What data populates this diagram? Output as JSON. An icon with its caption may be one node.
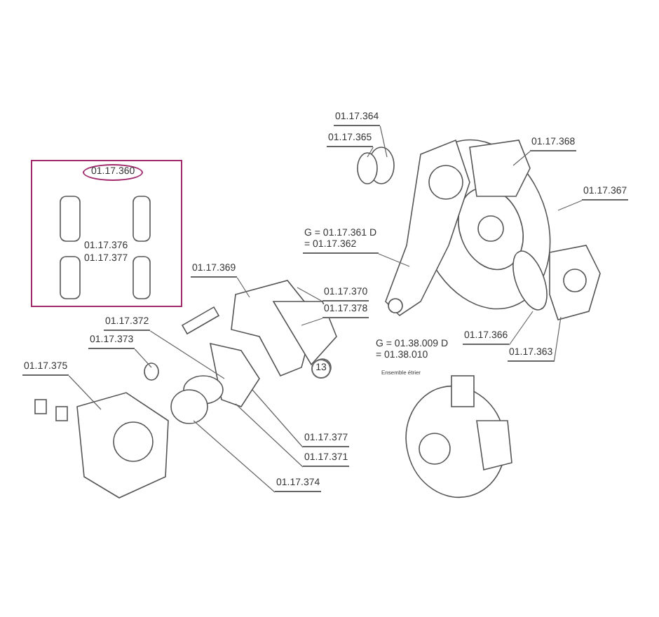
{
  "diagram": {
    "nodes": [
      {
        "text": [
          "01.17.360",
          "01.17.376",
          "01.17.377"
        ]
      },
      {
        "text": [
          "01.17.364"
        ]
      },
      {
        "text": [
          "01.17.365"
        ]
      },
      {
        "text": [
          "01.17.368"
        ]
      },
      {
        "text": [
          "01.17.367"
        ]
      },
      {
        "text": [
          "G = 01.17.361 D = 01.17.362"
        ]
      },
      {
        "text": [
          "01.17.369"
        ]
      },
      {
        "text": [
          "01.17.370"
        ]
      },
      {
        "text": [
          "01.17.378"
        ]
      },
      {
        "text": [
          "01.17.372"
        ]
      },
      {
        "text": [
          "01.17.373"
        ]
      },
      {
        "text": [
          "01.17.375"
        ]
      },
      {
        "text": [
          "01.17.366"
        ]
      },
      {
        "text": [
          "01.17.363"
        ]
      },
      {
        "text": [
          "01.17.377"
        ]
      },
      {
        "text": [
          "01.17.371"
        ]
      },
      {
        "text": [
          "01.17.374"
        ]
      }
    ],
    "edges": [
      {
        "from": 1,
        "to": null,
        "arrow": "none"
      },
      {
        "from": 2,
        "to": null,
        "arrow": "none"
      },
      {
        "from": 3,
        "to": null,
        "arrow": "none"
      },
      {
        "from": 4,
        "to": null,
        "arrow": "none"
      },
      {
        "from": 5,
        "to": null,
        "arrow": "none"
      },
      {
        "from": 6,
        "to": null,
        "arrow": "none"
      },
      {
        "from": 7,
        "to": null,
        "arrow": "none"
      },
      {
        "from": 8,
        "to": null,
        "arrow": "none"
      },
      {
        "from": 9,
        "to": null,
        "arrow": "none"
      },
      {
        "from": 10,
        "to": null,
        "arrow": "none"
      },
      {
        "from": 11,
        "to": null,
        "arrow": "none"
      },
      {
        "from": 12,
        "to": null,
        "arrow": "none"
      },
      {
        "from": 13,
        "to": null,
        "arrow": "none"
      },
      {
        "from": 14,
        "to": null,
        "arrow": "none"
      },
      {
        "from": 15,
        "to": null,
        "arrow": "none"
      },
      {
        "from": 16,
        "to": null,
        "arrow": "none"
      }
    ],
    "labels": [
      "G = 01.38.009 D = 01.38.010",
      "Ensemble étrier",
      "13"
    ]
  }
}
